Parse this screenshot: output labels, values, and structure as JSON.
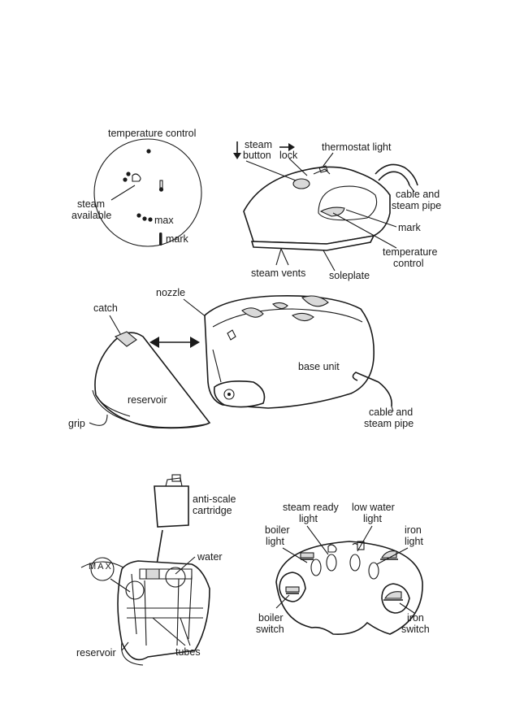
{
  "dial": {
    "title": "temperature control",
    "steam_available": [
      "steam",
      "available"
    ],
    "max": "max",
    "mark": "mark"
  },
  "iron": {
    "steam_button": [
      "steam",
      "button"
    ],
    "lock": "lock",
    "thermostat_light": "thermostat light",
    "cable_and_steam_pipe": [
      "cable and",
      "steam pipe"
    ],
    "mark": "mark",
    "temperature_control": [
      "temperature",
      "control"
    ],
    "steam_vents": "steam vents",
    "soleplate": "soleplate"
  },
  "base": {
    "nozzle": "nozzle",
    "catch": "catch",
    "base_unit": "base unit",
    "reservoir": "reservoir",
    "grip": "grip",
    "cable_and_steam_pipe": [
      "cable and",
      "steam pipe"
    ]
  },
  "reservoir_detail": {
    "anti_scale_cartridge": [
      "anti-scale",
      "cartridge"
    ],
    "water": "water",
    "max_badge": "MAX",
    "reservoir": "reservoir",
    "tubes": "tubes"
  },
  "control_panel": {
    "steam_ready_light": [
      "steam ready",
      "light"
    ],
    "low_water_light": [
      "low water",
      "light"
    ],
    "boiler_light": [
      "boiler",
      "light"
    ],
    "iron_light": [
      "iron",
      "light"
    ],
    "boiler_switch": [
      "boiler",
      "switch"
    ],
    "iron_switch": [
      "iron",
      "switch"
    ]
  },
  "icons": {
    "arrow_down": "arrow-down-icon",
    "arrow_right": "arrow-right-icon",
    "double_arrow": "double-arrow-icon",
    "thermometer": "thermometer-icon",
    "steam": "steam-icon",
    "boiler": "boiler-icon",
    "iron": "iron-icon",
    "low_water": "low-water-icon"
  },
  "colors": {
    "ink": "#1a1a1a",
    "paper": "#ffffff",
    "shade": "#d9d9d9"
  }
}
